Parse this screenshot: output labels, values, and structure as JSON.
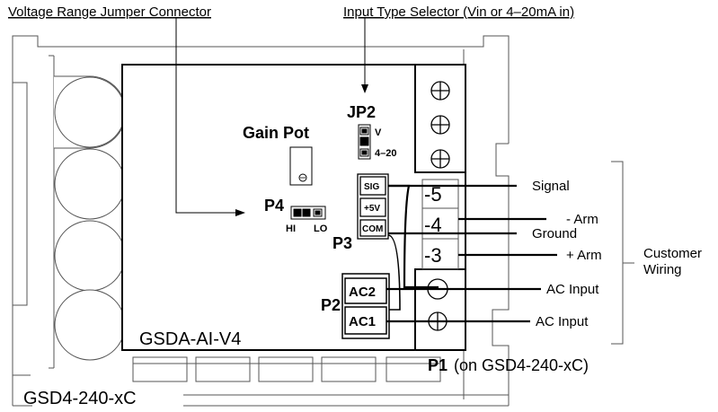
{
  "titles": {
    "voltage_jumper": "Voltage Range Jumper Connector",
    "input_selector": "Input Type Selector (Vin or 4–20mA in)"
  },
  "board": {
    "name": "GSDA-AI-V4",
    "gain_pot": "Gain Pot",
    "jp2": "JP2",
    "jp2_v": "V",
    "jp2_420": "4–20",
    "p4": "P4",
    "p4_hi": "HI",
    "p4_lo": "LO",
    "p3": "P3",
    "p3_pins": [
      "SIG",
      "+5V",
      "COM"
    ],
    "p2": "P2",
    "p2_pins": [
      "AC2",
      "AC1"
    ]
  },
  "base": {
    "name": "GSD4-240-xC",
    "p1": "P1",
    "p1_note": "(on GSD4-240-xC)",
    "terminals": [
      "-5",
      "-4",
      "-3"
    ]
  },
  "wiring": {
    "signal": "Signal",
    "minus_arm": "- Arm",
    "ground": "Ground",
    "plus_arm": "+ Arm",
    "ac_input_1": "AC Input",
    "ac_input_2": "AC Input",
    "customer_line1": "Customer",
    "customer_line2": "Wiring"
  }
}
